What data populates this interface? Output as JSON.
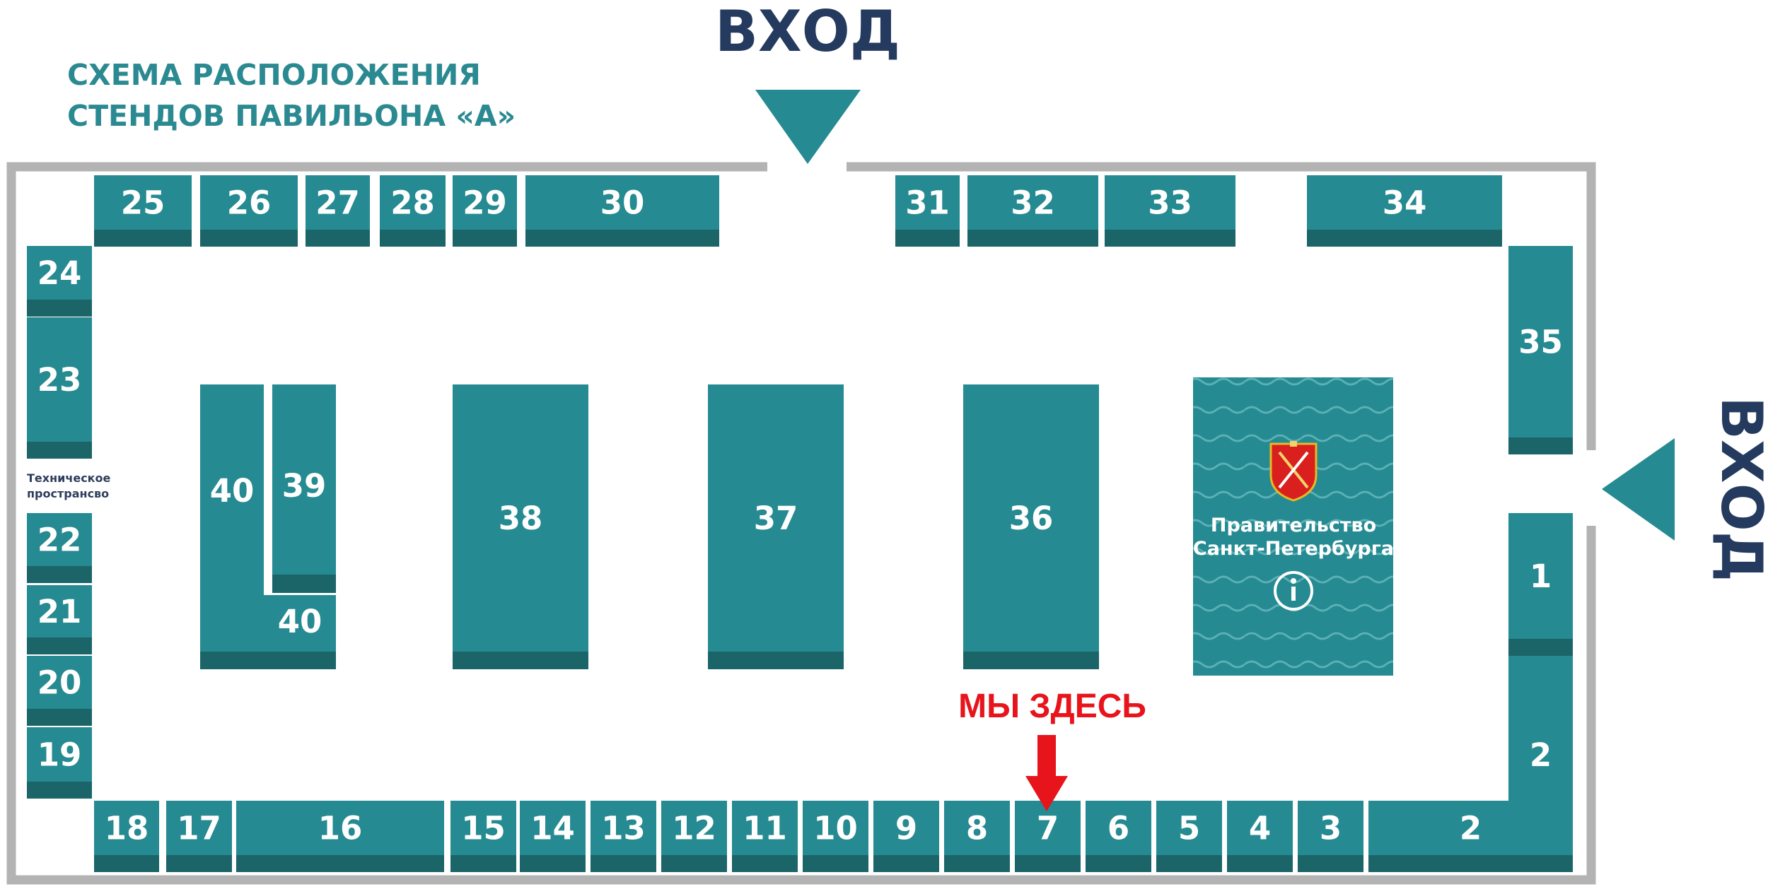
{
  "title": {
    "line1": "СХЕМА РАСПОЛОЖЕНИЯ",
    "line2": "СТЕНДОВ ПАВИЛЬОНА  «А»"
  },
  "entrances": {
    "top_label": "ВХОД",
    "right_label": "ВХОД"
  },
  "technical_space": {
    "line1": "Техническое",
    "line2": "пространсво"
  },
  "government": {
    "line1": "Правительство",
    "line2": "Санкт-Петербурга",
    "info_icon": "info-icon",
    "emblem_icon": "saint-petersburg-coat-of-arms-icon"
  },
  "you_are_here": {
    "label": "МЫ ЗДЕСЬ",
    "stand": "7"
  },
  "colors": {
    "stand": "#258a91",
    "stand_dark": "#1b6468",
    "wall": "#b3b3b3",
    "arrow": "#258a91",
    "title": "#2b8a91",
    "entry": "#243a5e",
    "marker": "#e8141c"
  },
  "stands": {
    "top_row": [
      "25",
      "26",
      "27",
      "28",
      "29",
      "30",
      "31",
      "32",
      "33",
      "34"
    ],
    "left_column": [
      "24",
      "23",
      "22",
      "21",
      "20",
      "19"
    ],
    "right_column": [
      "35",
      "1",
      "2"
    ],
    "bottom_row": [
      "18",
      "17",
      "16",
      "15",
      "14",
      "13",
      "12",
      "11",
      "10",
      "9",
      "8",
      "7",
      "6",
      "5",
      "4",
      "3",
      "2"
    ],
    "center": [
      "40",
      "39",
      "40",
      "38",
      "37",
      "36"
    ]
  }
}
